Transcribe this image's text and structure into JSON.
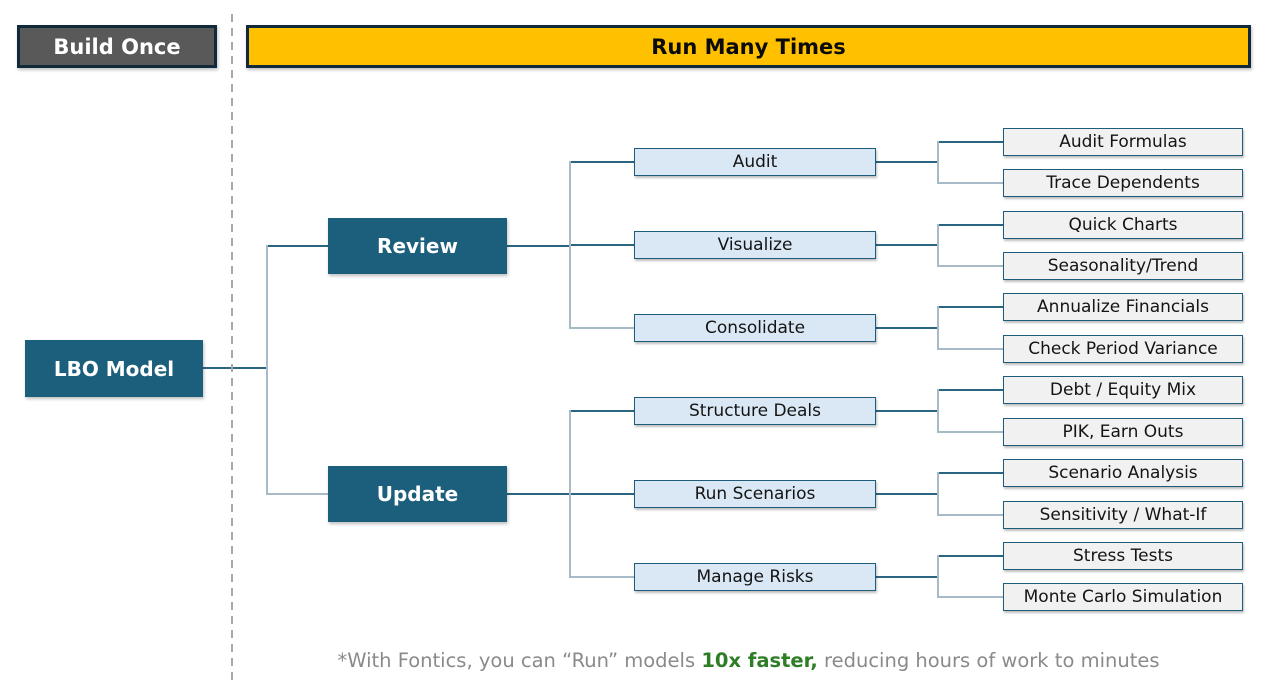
{
  "header": {
    "build_once": "Build Once",
    "run_many_times": "Run Many Times"
  },
  "root": {
    "label": "LBO Model"
  },
  "branches": [
    {
      "label": "Review",
      "children": [
        {
          "label": "Audit",
          "leaves": [
            "Audit Formulas",
            "Trace Dependents"
          ]
        },
        {
          "label": "Visualize",
          "leaves": [
            "Quick Charts",
            "Seasonality/Trend"
          ]
        },
        {
          "label": "Consolidate",
          "leaves": [
            "Annualize Financials",
            "Check Period Variance"
          ]
        }
      ]
    },
    {
      "label": "Update",
      "children": [
        {
          "label": "Structure Deals",
          "leaves": [
            "Debt / Equity Mix",
            "PIK, Earn Outs"
          ]
        },
        {
          "label": "Run Scenarios",
          "leaves": [
            "Scenario Analysis",
            "Sensitivity / What-If"
          ]
        },
        {
          "label": "Manage Risks",
          "leaves": [
            "Stress Tests",
            "Monte Carlo Simulation"
          ]
        }
      ]
    }
  ],
  "footnote": {
    "prefix": "*With Fontics, you can “Run” models ",
    "highlight": "10x faster,",
    "suffix": " reducing hours of work to minutes"
  },
  "colors": {
    "build_once_bg": "#595959",
    "run_many_bg": "#FFC000",
    "header_border": "#102A3C",
    "node_teal": "#1C5F7D",
    "mid_node_bg": "#DAE8F6",
    "leaf_node_bg": "#F1F1F1",
    "node_border": "#1E5C7A",
    "connector_dark": "#2A6682",
    "connector_light": "#A6BAC7",
    "divider_gray": "#A8A8A8",
    "footnote_gray": "#8A8A8A",
    "footnote_green": "#2E7D27"
  }
}
